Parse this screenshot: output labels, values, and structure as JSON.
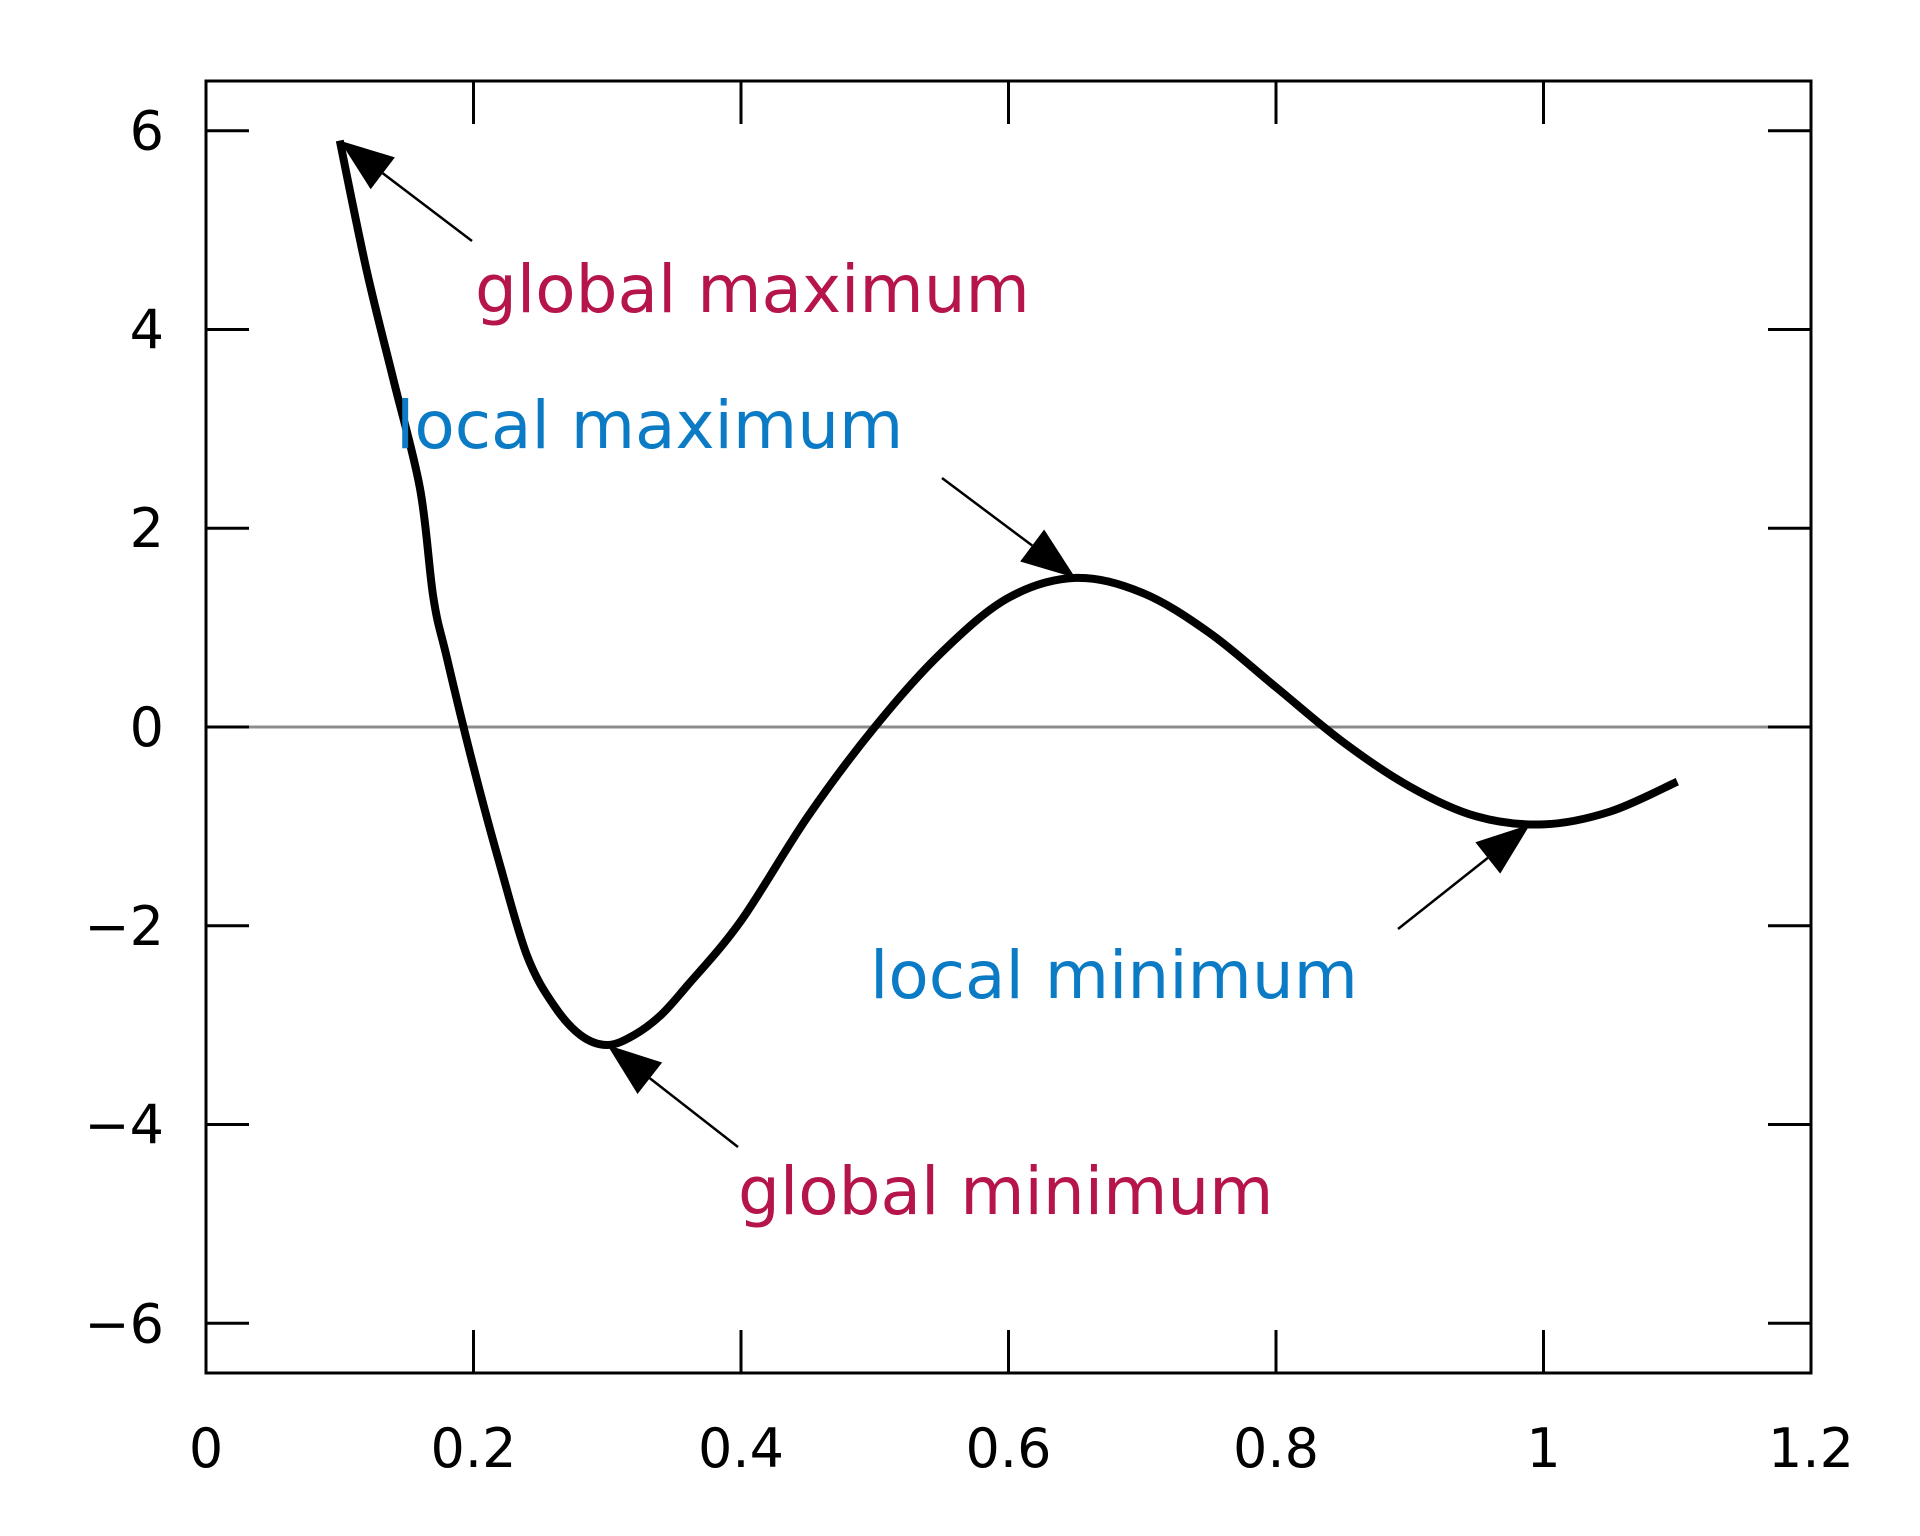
{
  "chart_data": {
    "type": "line",
    "title": "",
    "xlabel": "",
    "ylabel": "",
    "xlim": [
      0,
      1.2
    ],
    "ylim": [
      -6.5,
      6.5
    ],
    "grid": false,
    "legend": "none",
    "x_ticks": [
      0,
      0.2,
      0.4,
      0.6,
      0.8,
      1,
      1.2
    ],
    "x_tick_labels": [
      "0",
      "0.2",
      "0.4",
      "0.6",
      "0.8",
      "1",
      "1.2"
    ],
    "y_ticks": [
      6,
      4,
      2,
      0,
      -2,
      -4,
      -6
    ],
    "y_tick_labels": [
      "6",
      "4",
      "2",
      "0",
      "−2",
      "−4",
      "−6"
    ],
    "zero_line": true,
    "series": [
      {
        "color": "#000000",
        "points": [
          [
            0.1,
            5.9
          ],
          [
            0.12,
            4.6
          ],
          [
            0.14,
            3.5
          ],
          [
            0.16,
            2.4
          ],
          [
            0.17,
            1.3
          ],
          [
            0.18,
            0.7
          ],
          [
            0.2,
            -0.4
          ],
          [
            0.22,
            -1.4
          ],
          [
            0.24,
            -2.3
          ],
          [
            0.26,
            -2.8
          ],
          [
            0.28,
            -3.1
          ],
          [
            0.3,
            -3.2
          ],
          [
            0.32,
            -3.1
          ],
          [
            0.34,
            -2.9
          ],
          [
            0.36,
            -2.6
          ],
          [
            0.4,
            -1.95
          ],
          [
            0.45,
            -0.9
          ],
          [
            0.5,
            0.0
          ],
          [
            0.55,
            0.75
          ],
          [
            0.6,
            1.3
          ],
          [
            0.65,
            1.5
          ],
          [
            0.7,
            1.35
          ],
          [
            0.75,
            0.95
          ],
          [
            0.8,
            0.4
          ],
          [
            0.85,
            -0.15
          ],
          [
            0.9,
            -0.6
          ],
          [
            0.95,
            -0.9
          ],
          [
            1.0,
            -0.98
          ],
          [
            1.05,
            -0.85
          ],
          [
            1.1,
            -0.55
          ]
        ]
      }
    ],
    "annotations": [
      {
        "text": "global maximum",
        "color": "#b5154b",
        "target": [
          0.1,
          5.9
        ]
      },
      {
        "text": "local maximum",
        "color": "#0a7bc4",
        "target": [
          0.65,
          1.5
        ]
      },
      {
        "text": "local minimum",
        "color": "#0a7bc4",
        "target": [
          0.99,
          -0.98
        ]
      },
      {
        "text": "global minimum",
        "color": "#b5154b",
        "target": [
          0.3,
          -3.2
        ]
      }
    ]
  }
}
